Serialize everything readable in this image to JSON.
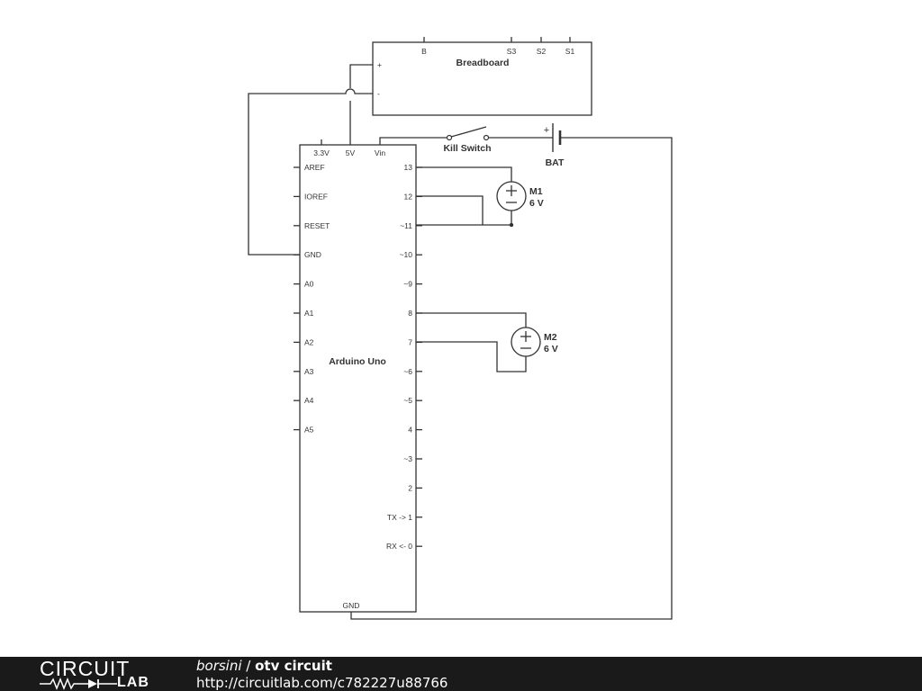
{
  "breadboard": {
    "title": "Breadboard",
    "pins_top": [
      "B",
      "S3",
      "S2",
      "S1"
    ],
    "pins_left": [
      "+",
      "-"
    ]
  },
  "arduino": {
    "title": "Arduino Uno",
    "top_pins": [
      "3.3V",
      "5V",
      "Vin"
    ],
    "bottom_pin": "GND",
    "left_pins": [
      "AREF",
      "IOREF",
      "RESET",
      "GND",
      "A0",
      "A1",
      "A2",
      "A3",
      "A4",
      "A5"
    ],
    "right_pins": [
      "13",
      "12",
      "~11",
      "~10",
      "~9",
      "8",
      "7",
      "~6",
      "~5",
      "4",
      "~3",
      "2",
      "TX -> 1",
      "RX <- 0"
    ]
  },
  "switch": {
    "label": "Kill Switch"
  },
  "battery": {
    "label": "BAT",
    "plus": "+"
  },
  "motors": [
    {
      "name": "M1",
      "voltage": "6 V"
    },
    {
      "name": "M2",
      "voltage": "6 V"
    }
  ],
  "footer": {
    "logo_top": "CIRCUIT",
    "logo_bottom": "LAB",
    "author": "borsini",
    "separator": " / ",
    "title": "otv circuit",
    "url": "http://circuitlab.com/c782227u88766",
    "background_color": "#1a1a1a"
  }
}
